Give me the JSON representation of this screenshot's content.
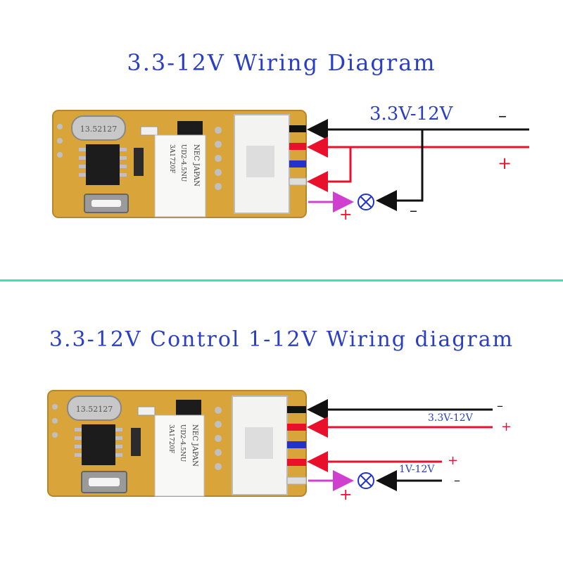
{
  "titles": {
    "top": "3.3-12V Wiring Diagram",
    "bottom": "3.3-12V Control 1-12V Wiring diagram"
  },
  "diagram1": {
    "voltage_label": "3.3V-12V",
    "minus_label": "–",
    "plus_label": "+",
    "load_plus_label": "+",
    "load_minus_label": "–",
    "load_icon": "lamp-icon"
  },
  "diagram2": {
    "voltage_label_top": "3.3V-12V",
    "minus_label_top": "–",
    "plus_label_top": "+",
    "voltage_label_bottom": "1V-12V",
    "plus_label_bottom": "+",
    "minus_label_bottom": "–",
    "load_plus_label": "+",
    "load_icon": "lamp-icon"
  },
  "board": {
    "crystal_text": "13.52127",
    "relay_brand": "NEC JAPAN",
    "relay_model": "UD2-4.5NU",
    "relay_code": "3A1720F"
  },
  "colors": {
    "title": "#2a3fc4",
    "divider": "#3fe0b0",
    "wire_black": "#111111",
    "wire_red": "#e8102a",
    "wire_blue": "#2233cc",
    "wire_white": "#dddddd",
    "arrow_magenta": "#d040d0",
    "pcb": "#d9a53a"
  }
}
